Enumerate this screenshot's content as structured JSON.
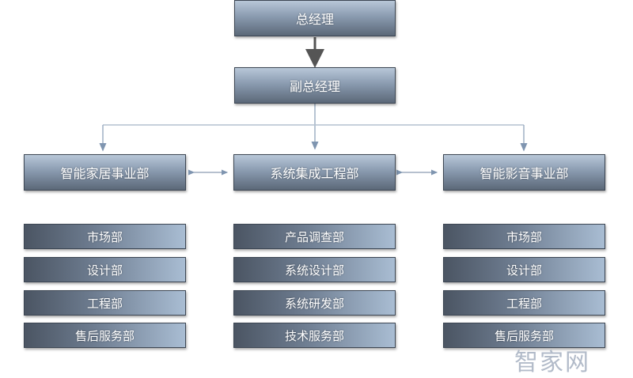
{
  "ceo": "总经理",
  "vice": "副总经理",
  "departments": [
    {
      "name": "智能家居事业部",
      "subs": [
        "市场部",
        "设计部",
        "工程部",
        "售后服务部"
      ]
    },
    {
      "name": "系统集成工程部",
      "subs": [
        "产品调查部",
        "系统设计部",
        "系统研发部",
        "技术服务部"
      ]
    },
    {
      "name": "智能影音事业部",
      "subs": [
        "市场部",
        "设计部",
        "工程部",
        "售后服务部"
      ]
    }
  ],
  "watermark": "智家网"
}
